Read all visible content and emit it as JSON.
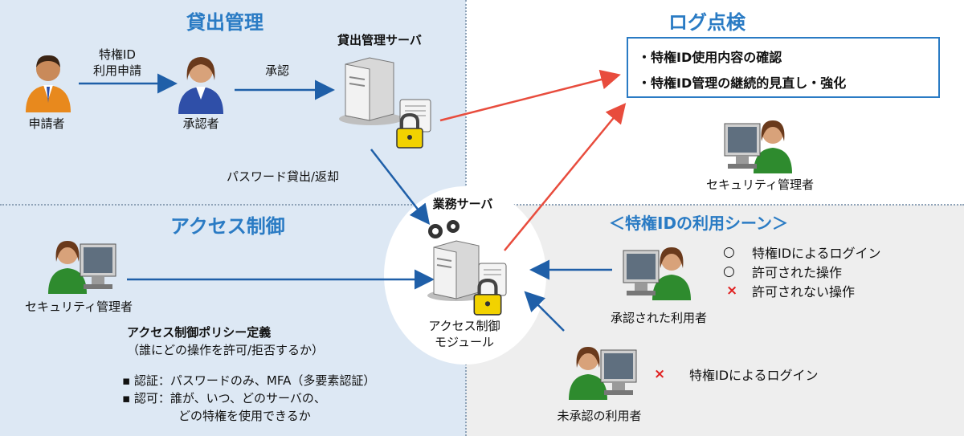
{
  "sections": {
    "lending": "貸出管理",
    "log_check": "ログ点検",
    "access_control": "アクセス制御",
    "usage_scenes": "＜特権IDの利用シーン＞"
  },
  "lending": {
    "request_label_line1": "特権ID",
    "request_label_line2": "利用申請",
    "applicant": "申請者",
    "approve_label": "承認",
    "approver": "承認者",
    "server_title": "貸出管理サーバ",
    "lend_return": "パスワード貸出/返却"
  },
  "log_check": {
    "items": [
      "・特権ID使用内容の確認",
      "・特権ID管理の継続的見直し・強化"
    ],
    "admin": "セキュリティ管理者"
  },
  "center": {
    "server_title": "業務サーバ",
    "module_line1": "アクセス制御",
    "module_line2": "モジュール"
  },
  "access_control": {
    "admin": "セキュリティ管理者",
    "policy_title": "アクセス制御ポリシー定義",
    "policy_sub": "（誰にどの操作を許可/拒否するか）",
    "auth_line": "▪ 認証：パスワードのみ、MFA（多要素認証）",
    "authz_line1": "▪ 認可：誰が、いつ、どのサーバの、",
    "authz_line2": "どの特権を使用できるか"
  },
  "scenes": {
    "approved_user": "承認された利用者",
    "approved_items": [
      {
        "mark": "○",
        "text": "特権IDによるログイン"
      },
      {
        "mark": "○",
        "text": "許可された操作"
      },
      {
        "mark": "×",
        "text": "許可されない操作"
      }
    ],
    "unapproved_user": "未承認の利用者",
    "unapproved_items": [
      {
        "mark": "×",
        "text": "特権IDによるログイン"
      }
    ]
  },
  "colors": {
    "title_blue": "#2a7bc4",
    "arrow_blue": "#1f5fa8",
    "arrow_red": "#e84c3d",
    "cross_red": "#e02020"
  }
}
